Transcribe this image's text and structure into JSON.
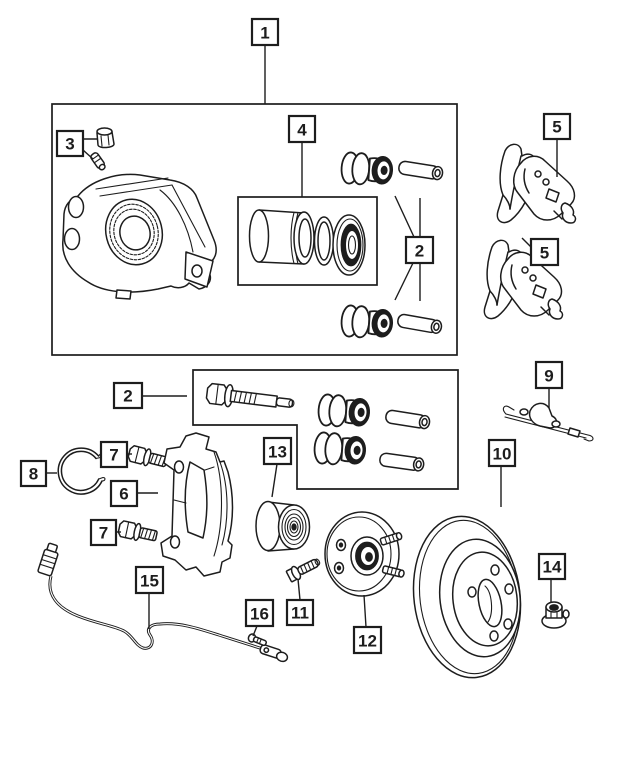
{
  "colors": {
    "background": "#ffffff",
    "line": "#1d1d1d"
  },
  "callouts": [
    {
      "label": "1"
    },
    {
      "label": "3"
    },
    {
      "label": "4"
    },
    {
      "label": "2"
    },
    {
      "label": "5"
    },
    {
      "label": "5"
    },
    {
      "label": "2"
    },
    {
      "label": "8"
    },
    {
      "label": "7"
    },
    {
      "label": "6"
    },
    {
      "label": "7"
    },
    {
      "label": "13"
    },
    {
      "label": "15"
    },
    {
      "label": "16"
    },
    {
      "label": "11"
    },
    {
      "label": "12"
    },
    {
      "label": "10"
    },
    {
      "label": "9"
    },
    {
      "label": "14"
    }
  ]
}
